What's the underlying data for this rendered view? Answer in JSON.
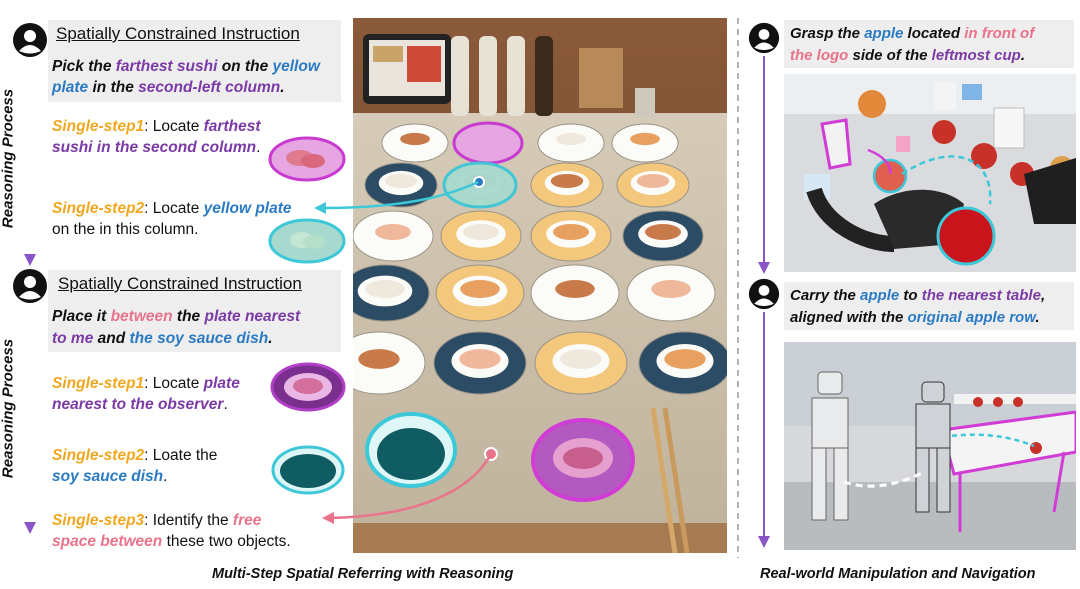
{
  "left": {
    "block1": {
      "title": "Spatially Constrained Instruction",
      "instruction_line1": [
        {
          "t": "Pick the ",
          "c": "black"
        },
        {
          "t": "farthest sushi",
          "c": "purple"
        },
        {
          "t": " on the ",
          "c": "black"
        },
        {
          "t": "yellow",
          "c": "blue"
        }
      ],
      "instruction_line2": [
        {
          "t": "plate",
          "c": "blue"
        },
        {
          "t": " in the ",
          "c": "black"
        },
        {
          "t": "second-left column",
          "c": "purple"
        },
        {
          "t": ".",
          "c": "black"
        }
      ],
      "step1_line1": [
        {
          "t": "Single-step1",
          "c": "orange"
        },
        {
          "t": ": Locate ",
          "c": "plain"
        },
        {
          "t": "farthest",
          "c": "purple"
        }
      ],
      "step1_line2": [
        {
          "t": "sushi in the second column",
          "c": "purple"
        },
        {
          "t": ".",
          "c": "plain"
        }
      ],
      "step2_line1": [
        {
          "t": "Single-step2",
          "c": "orange"
        },
        {
          "t": ": Locate ",
          "c": "plain"
        },
        {
          "t": "yellow plate",
          "c": "blue"
        }
      ],
      "step2_line2": [
        {
          "t": "on the in this column.",
          "c": "plain"
        }
      ]
    },
    "block2": {
      "title": "Spatially Constrained Instruction",
      "instruction_line1": [
        {
          "t": "Place it ",
          "c": "black"
        },
        {
          "t": "between",
          "c": "pink"
        },
        {
          "t": " the ",
          "c": "black"
        },
        {
          "t": "plate nearest",
          "c": "purple"
        }
      ],
      "instruction_line2": [
        {
          "t": "to me",
          "c": "purple"
        },
        {
          "t": " and ",
          "c": "black"
        },
        {
          "t": "the soy sauce dish",
          "c": "blue"
        },
        {
          "t": ".",
          "c": "black"
        }
      ],
      "step1_line1": [
        {
          "t": "Single-step1",
          "c": "orange"
        },
        {
          "t": ": Locate ",
          "c": "plain"
        },
        {
          "t": "plate",
          "c": "purple"
        }
      ],
      "step1_line2": [
        {
          "t": "nearest to the observer",
          "c": "purple"
        },
        {
          "t": ".",
          "c": "plain"
        }
      ],
      "step2_line1": [
        {
          "t": "Single-step2",
          "c": "orange"
        },
        {
          "t": ": Loate the",
          "c": "plain"
        }
      ],
      "step2_line2": [
        {
          "t": "soy sauce dish",
          "c": "blue"
        },
        {
          "t": ".",
          "c": "plain"
        }
      ],
      "step3_line1": [
        {
          "t": "Single-step3",
          "c": "orange"
        },
        {
          "t": ": Identify the ",
          "c": "plain"
        },
        {
          "t": "free",
          "c": "pink"
        }
      ],
      "step3_line2": [
        {
          "t": "space between",
          "c": "pink"
        },
        {
          "t": " these two objects.",
          "c": "plain"
        }
      ]
    },
    "reasoning_label": "Reasoning Process",
    "caption": "Multi-Step Spatial Referring with Reasoning"
  },
  "right": {
    "instr1_line1": [
      {
        "t": "Grasp the ",
        "c": "black"
      },
      {
        "t": "apple",
        "c": "blue"
      },
      {
        "t": " located ",
        "c": "black"
      },
      {
        "t": "in front of",
        "c": "pink"
      }
    ],
    "instr1_line2": [
      {
        "t": "the logo",
        "c": "pink"
      },
      {
        "t": " side of the ",
        "c": "black"
      },
      {
        "t": "leftmost cup",
        "c": "purple"
      },
      {
        "t": ".",
        "c": "black"
      }
    ],
    "instr2_line1": [
      {
        "t": "Carry the ",
        "c": "black"
      },
      {
        "t": "apple",
        "c": "blue"
      },
      {
        "t": " to ",
        "c": "black"
      },
      {
        "t": "the nearest table",
        "c": "purple"
      },
      {
        "t": ",",
        "c": "black"
      }
    ],
    "instr2_line2": [
      {
        "t": "aligned with the ",
        "c": "black"
      },
      {
        "t": "original apple row",
        "c": "blue"
      },
      {
        "t": ".",
        "c": "black"
      }
    ],
    "caption": "Real-world  Manipulation and Navigation"
  },
  "colors": {
    "purple": "#7b3aa5",
    "blue": "#2b7bc4",
    "orange": "#f1a71e",
    "pink": "#e8738a",
    "cyan": "#3cc8d8",
    "magenta": "#d23cd6",
    "arrow": "#7a5bc4"
  }
}
